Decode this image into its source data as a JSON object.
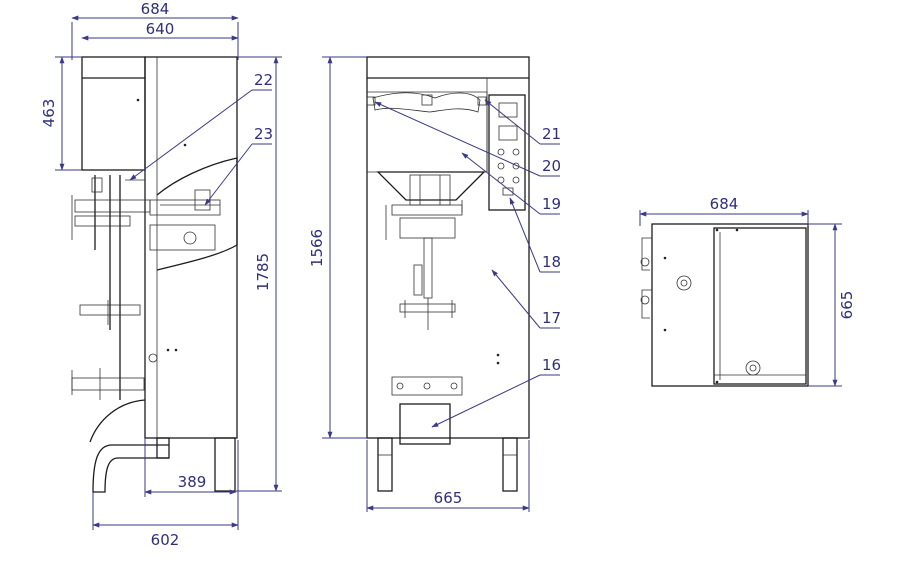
{
  "side_view": {
    "dims": {
      "overall_depth": "684",
      "body_depth": "640",
      "top_box_height": "463",
      "overall_height": "1785",
      "base_depth": "389",
      "spout_depth": "602"
    },
    "callouts": [
      "22",
      "23"
    ]
  },
  "front_view": {
    "dims": {
      "height": "1566",
      "width": "665"
    },
    "callouts": [
      "21",
      "20",
      "19",
      "18",
      "17",
      "16"
    ]
  },
  "top_view": {
    "dims": {
      "width": "684",
      "depth": "665"
    }
  },
  "colors": {
    "line": "#1c1c1c",
    "dimension": "#3a3a86"
  }
}
